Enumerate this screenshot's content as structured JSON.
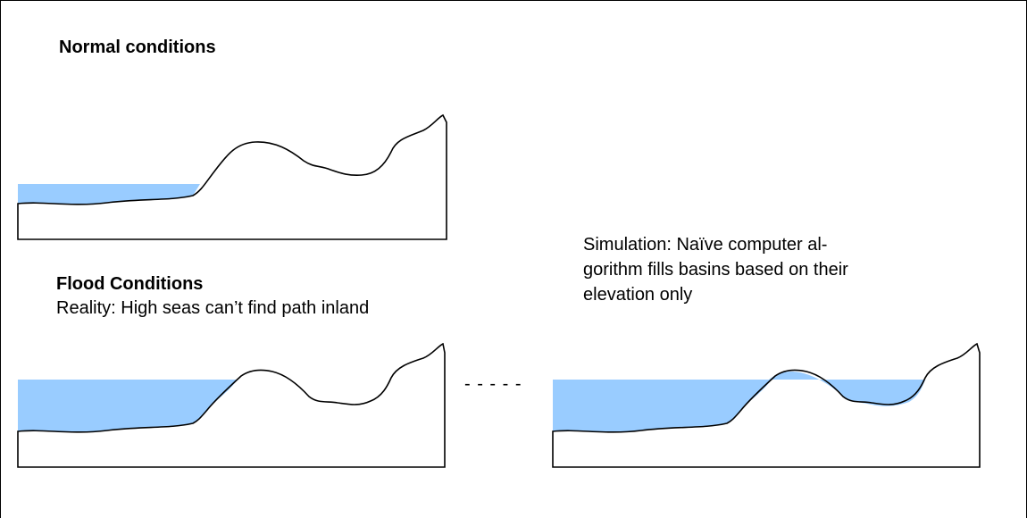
{
  "colors": {
    "water": "#99ccff",
    "outline": "#000000",
    "background": "#ffffff"
  },
  "panels": [
    {
      "key": "normal",
      "title": "Normal conditions",
      "water": "sea-only"
    },
    {
      "key": "reality",
      "title": "Flood Conditions",
      "caption": "Reality: High seas can’t find path inland",
      "water": "high-sea"
    },
    {
      "key": "simulation",
      "caption_lines": [
        "Simulation: Naïve computer al-",
        "gorithm fills basins based on their",
        "elevation only"
      ],
      "water": "high-sea-and-basin"
    }
  ],
  "connector": "- - - - -"
}
